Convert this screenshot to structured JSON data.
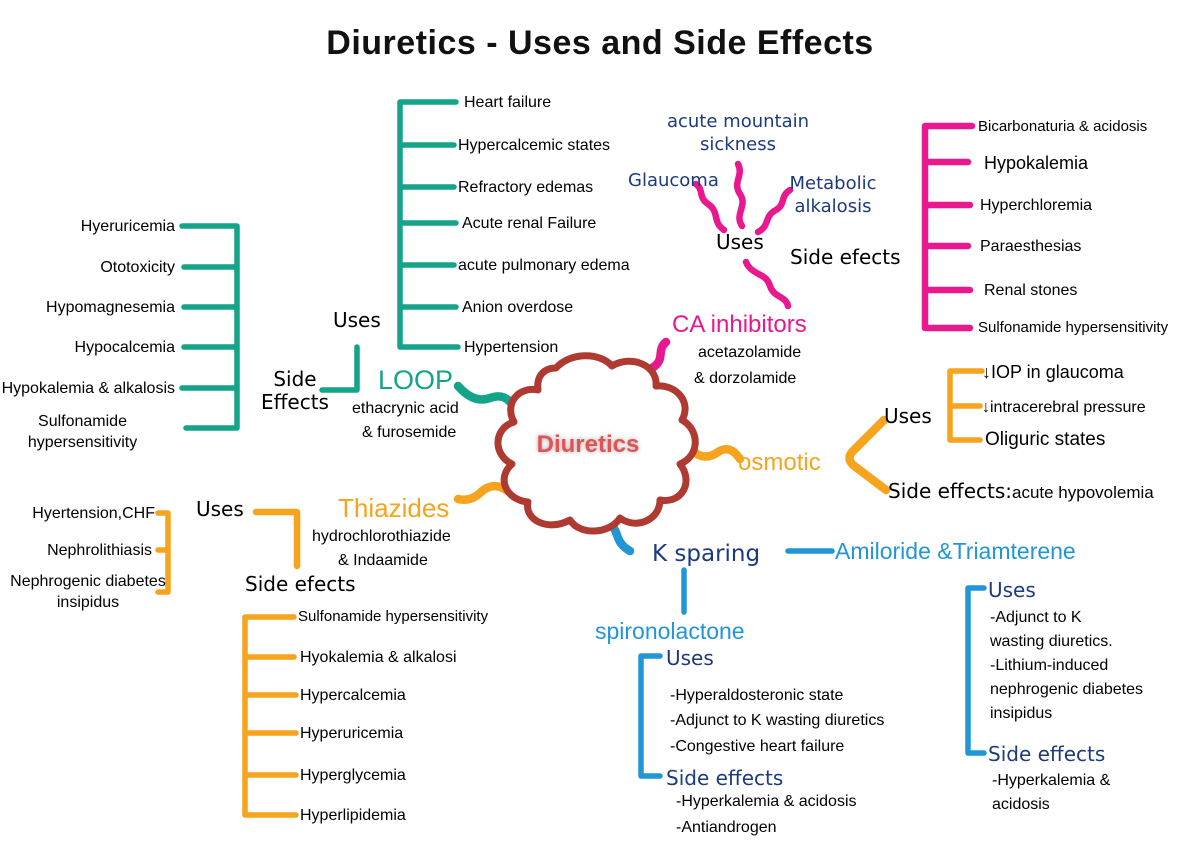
{
  "title": "Diuretics - Uses and Side Effects",
  "center": {
    "label": "Diuretics"
  },
  "palette": {
    "loop_teal": "#14a489",
    "ca_pink": "#e8188e",
    "osmotic_orange": "#f6a41e",
    "k_blue": "#2196d6",
    "navy_text": "#1d3a7e",
    "center_outline": "#ae3a32",
    "center_text": "#e25353",
    "text": "#000000"
  },
  "branches": {
    "loop": {
      "label": "LOOP",
      "drugs": [
        "ethacrynic acid",
        "& furosemide"
      ],
      "uses_label": "Uses",
      "uses": [
        "Heart failure",
        "Hypercalcemic states",
        "Refractory edemas",
        "Acute renal Failure",
        "acute pulmonary edema",
        "Anion overdose",
        "Hypertension"
      ],
      "side_label": "Side Effects",
      "side": [
        "Hyeruricemia",
        "Ototoxicity",
        "Hypomagnesemia",
        "Hypocalcemia",
        "Hypokalemia & alkalosis",
        "Sulfonamide hypersensitivity"
      ]
    },
    "ca": {
      "label": "CA inhibitors",
      "drugs": [
        "acetazolamide",
        "& dorzolamide"
      ],
      "uses_label": "Uses",
      "uses": [
        "acute mountain sickness",
        "Glaucoma",
        "Metabolic alkalosis"
      ],
      "side_label": "Side efects",
      "side": [
        "Bicarbonaturia & acidosis",
        "Hypokalemia",
        "Hyperchloremia",
        "Paraesthesias",
        "Renal stones",
        "Sulfonamide hypersensitivity"
      ]
    },
    "osmotic": {
      "label": "osmotic",
      "uses_label": "Uses",
      "uses": [
        "↓IOP in glaucoma",
        "↓intracerebral pressure",
        "Oliguric states"
      ],
      "side_label": "Side effects:",
      "side_value": "acute hypovolemia"
    },
    "k_sparing": {
      "label": "K sparing",
      "spironolactone": {
        "label": "spironolactone",
        "uses_label": "Uses",
        "uses": [
          "-Hyperaldosteronic state",
          "-Adjunct to K wasting diuretics",
          "-Congestive heart failure"
        ],
        "side_label": "Side effects",
        "side": [
          "-Hyperkalemia & acidosis",
          "-Antiandrogen"
        ]
      },
      "amiloride": {
        "label": "Amiloride &Triamterene",
        "uses_label": "Uses",
        "uses": [
          "-Adjunct to K wasting diuretics.",
          "-Lithium-induced nephrogenic diabetes insipidus"
        ],
        "side_label": "Side effects",
        "side": [
          "-Hyperkalemia & acidosis"
        ]
      }
    },
    "thiazides": {
      "label": "Thiazides",
      "drugs": [
        "hydrochlorothiazide",
        "& Indaamide"
      ],
      "uses_label": "Uses",
      "uses": [
        "Hyertension,CHF",
        "Nephrolithiasis",
        "Nephrogenic diabetes insipidus"
      ],
      "side_label": "Side efects",
      "side": [
        "Sulfonamide hypersensitivity",
        "Hyokalemia & alkalosi",
        "Hypercalcemia",
        "Hyperuricemia",
        "Hyperglycemia",
        "Hyperlipidemia"
      ]
    }
  }
}
